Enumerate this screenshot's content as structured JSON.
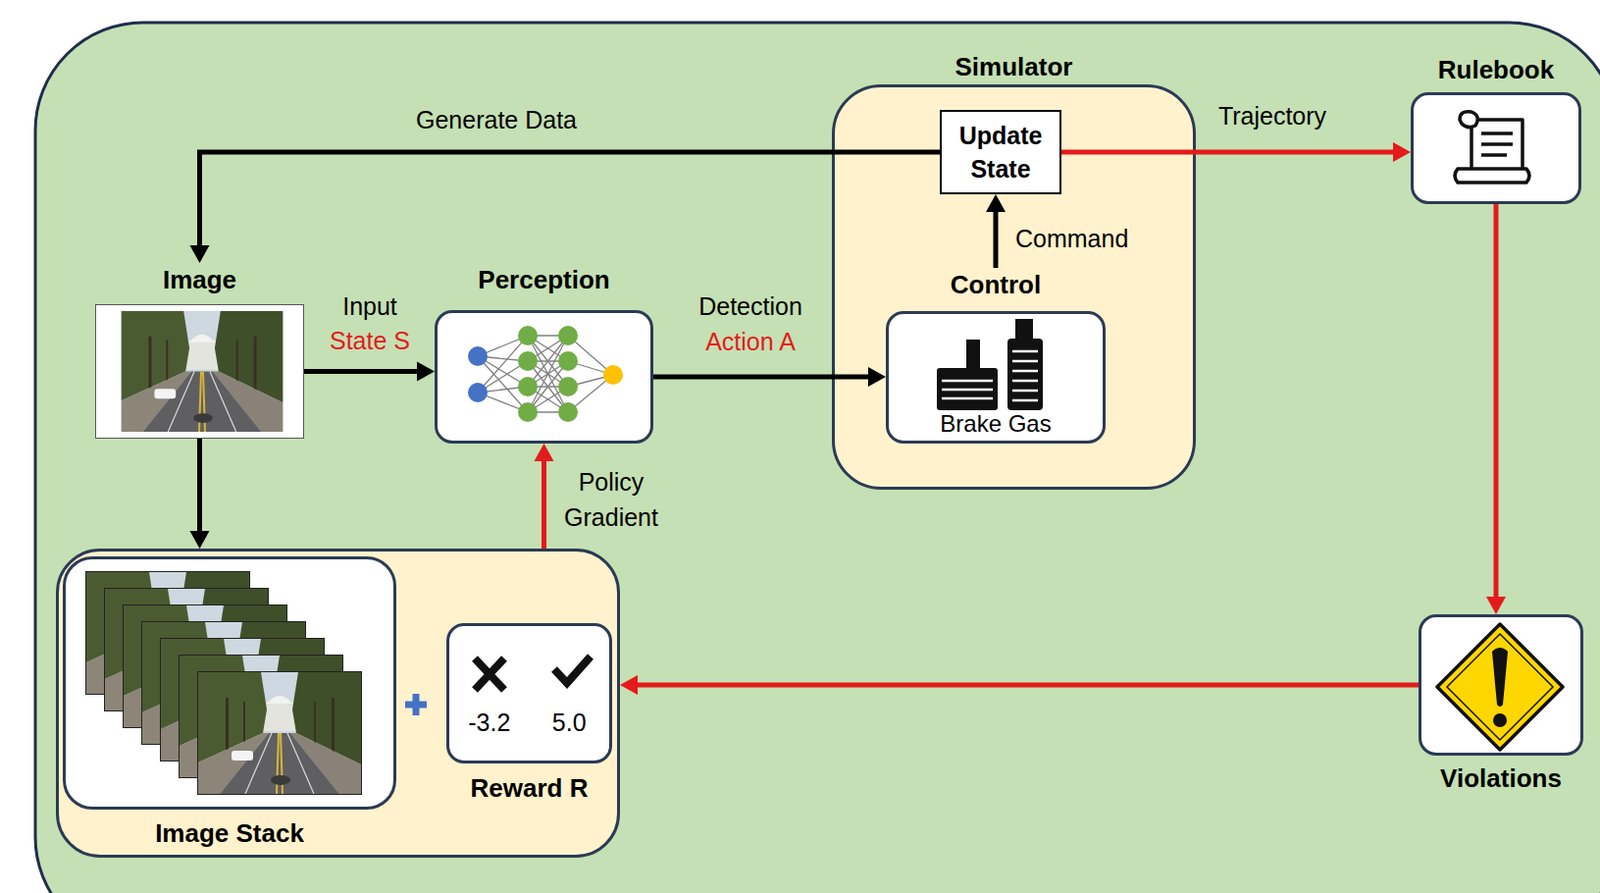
{
  "diagram": {
    "nodes": [
      {
        "text": [
          "Image"
        ]
      },
      {
        "text": [
          "Perception"
        ]
      },
      {
        "text": [
          "Simulator"
        ]
      },
      {
        "text": [
          "Update State"
        ],
        "in": 2
      },
      {
        "text": [
          "Control",
          "Brake Gas"
        ],
        "in": 2
      },
      {
        "text": [
          "Rulebook"
        ]
      },
      {
        "text": []
      },
      {
        "text": [
          "Image Stack"
        ],
        "in": 6
      },
      {
        "text": [
          "-3.2",
          "5.0",
          "Reward R"
        ],
        "in": 6
      },
      {
        "text": [
          "Violations"
        ]
      }
    ],
    "edges": [
      {
        "from": 3,
        "to": 0,
        "label": "Generate Data",
        "arrow": "to"
      },
      {
        "from": 0,
        "to": 1,
        "label": "Input",
        "arrow": "to"
      },
      {
        "from": 1,
        "to": 4,
        "label": "Detection",
        "arrow": "to"
      },
      {
        "from": 4,
        "to": 3,
        "label": "Command",
        "arrow": "to"
      },
      {
        "from": 3,
        "to": 5,
        "label": "Trajectory",
        "arrow": "to"
      },
      {
        "from": 5,
        "to": 9,
        "arrow": "to"
      },
      {
        "from": 9,
        "to": 6,
        "arrow": "to"
      },
      {
        "from": 6,
        "to": 1,
        "label": "Policy Gradient",
        "arrow": "to"
      },
      {
        "from": 0,
        "to": 6,
        "arrow": "to"
      }
    ],
    "labels": [
      "State S",
      "Action A"
    ]
  }
}
